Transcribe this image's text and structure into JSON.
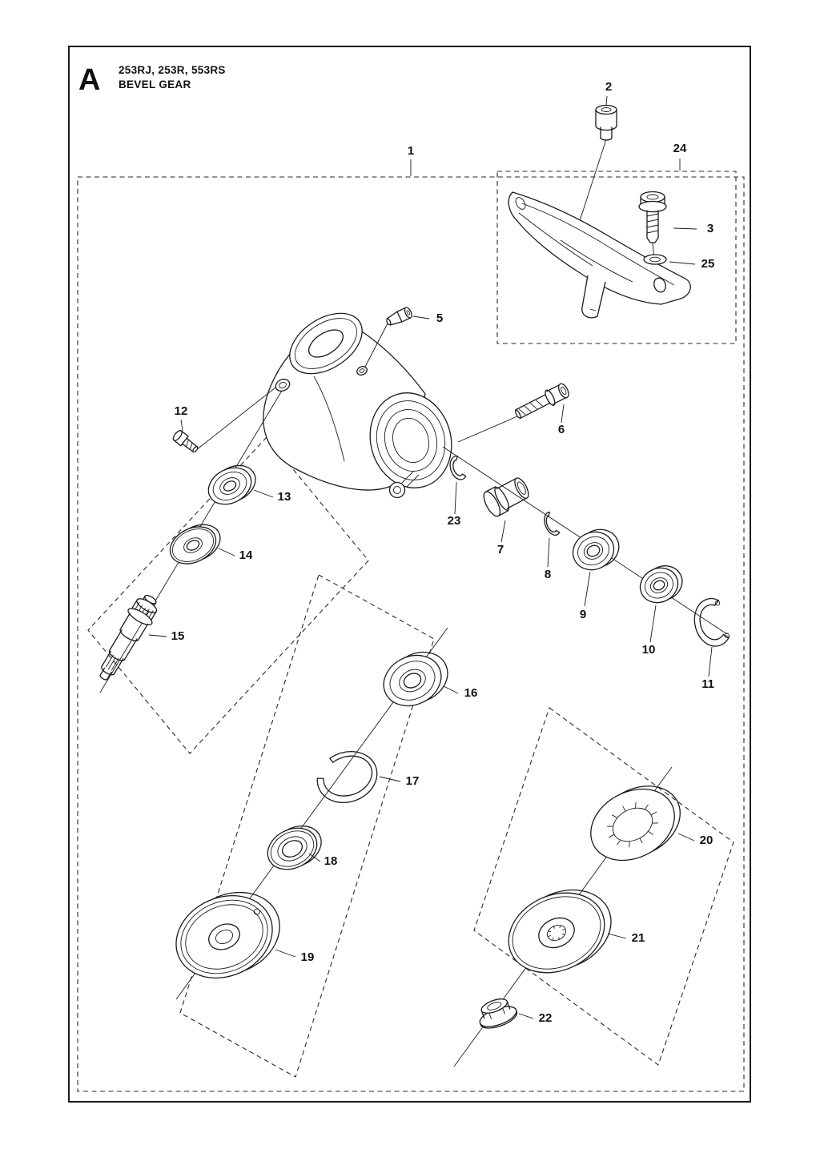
{
  "header": {
    "section_letter": "A",
    "models": "253RJ, 253R, 553RS",
    "title": "BEVEL GEAR"
  },
  "colors": {
    "line": "#1b1b1b",
    "background": "#ffffff"
  },
  "parts": {
    "p1": "1",
    "p2": "2",
    "p3": "3",
    "p5": "5",
    "p6": "6",
    "p7": "7",
    "p8": "8",
    "p9": "9",
    "p10": "10",
    "p11": "11",
    "p12": "12",
    "p13": "13",
    "p14": "14",
    "p15": "15",
    "p16": "16",
    "p17": "17",
    "p18": "18",
    "p19": "19",
    "p20": "20",
    "p21": "21",
    "p22": "22",
    "p23": "23",
    "p24": "24",
    "p25": "25"
  }
}
